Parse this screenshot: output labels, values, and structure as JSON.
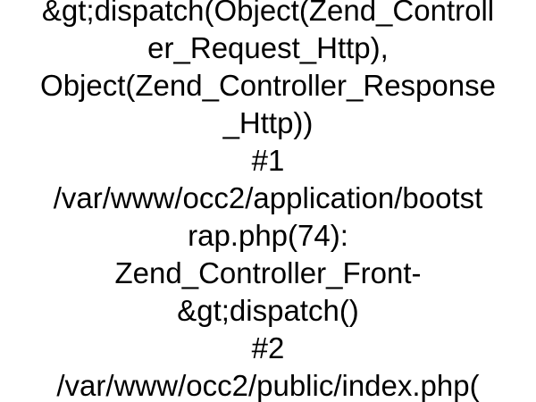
{
  "trace_lines": [
    "&gt;dispatch(Object(Zend_Controll",
    "er_Request_Http),",
    "Object(Zend_Controller_Response",
    "_Http))",
    "#1",
    "/var/www/occ2/application/bootst",
    "rap.php(74):",
    "Zend_Controller_Front-",
    "&gt;dispatch()",
    "#2",
    "/var/www/occ2/public/index.php("
  ]
}
